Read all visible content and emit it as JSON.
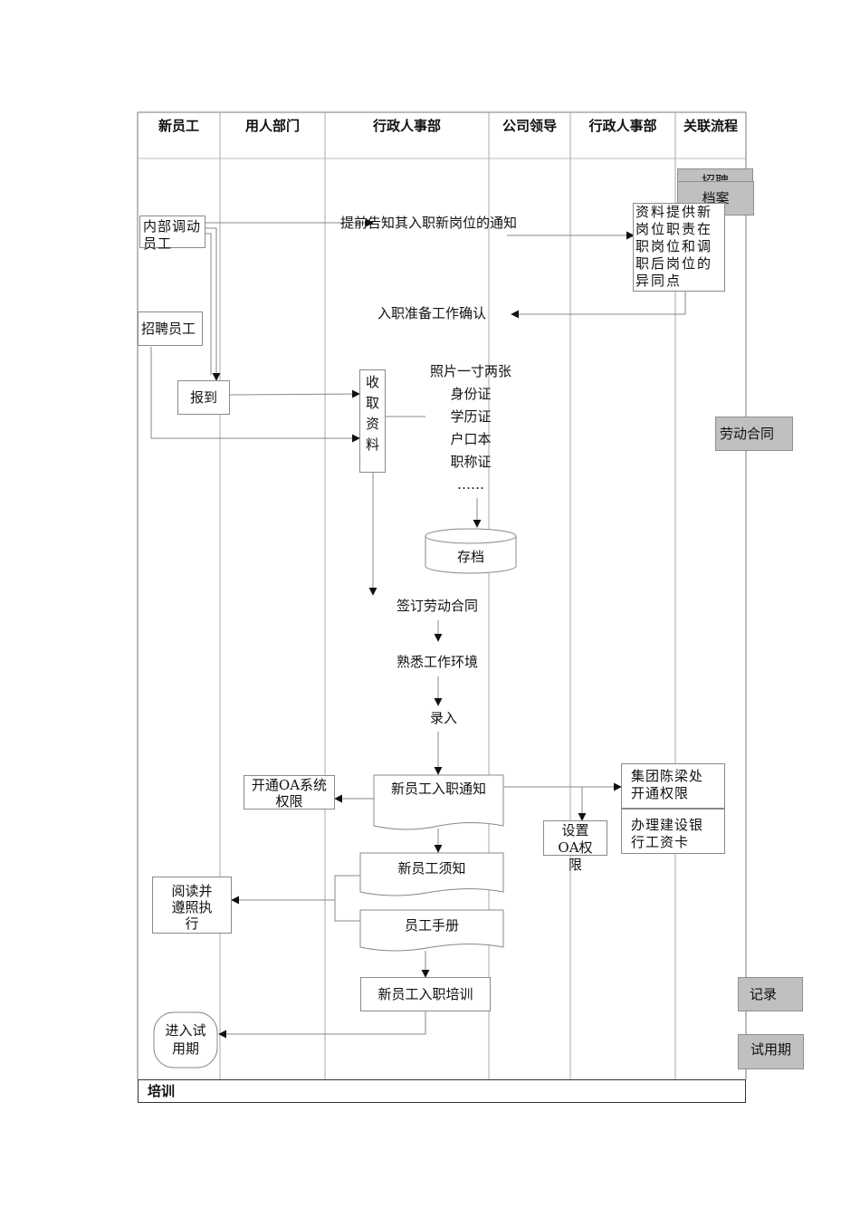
{
  "lanes": {
    "l1": "新员工",
    "l2": "用人部门",
    "l3": "行政人事部",
    "l4": "公司领导",
    "l5": "行政人事部",
    "l6": "关联流程"
  },
  "related": {
    "recruit": "招聘",
    "archive": "档案",
    "contract": "劳动合同",
    "record": "记录",
    "probation": "试用期"
  },
  "nodes": {
    "internal_transfer": "内部调动员工",
    "notify_transfer": "提前告知其入职新岗位的通知",
    "provide_info": "资料提供新岗位职责在职岗位和调职后岗位的异同点",
    "confirm_prep": "入职准备工作确认",
    "recruit_staff": "招聘员工",
    "report": "报到",
    "collect": "收取资料",
    "docs": [
      "照片一寸两张",
      "身份证",
      "学历证",
      "户口本",
      "职称证",
      "……"
    ],
    "archive_store": "存档",
    "sign_contract": "签订劳动合同",
    "familiarize": "熟悉工作环境",
    "enter": "录入",
    "new_notice": "新员工入职通知",
    "open_oa": "开通OA系统权限",
    "set_oa": "设置OA权限",
    "group_chen": "集团陈梁处开通权限",
    "bank_card": "办理建设银行工资卡",
    "new_rules": "新员工须知",
    "handbook": "员工手册",
    "read_follow": "阅读并遵照执行",
    "training": "新员工入职培训",
    "enter_probation": "进入试用期"
  },
  "footer": "培训"
}
